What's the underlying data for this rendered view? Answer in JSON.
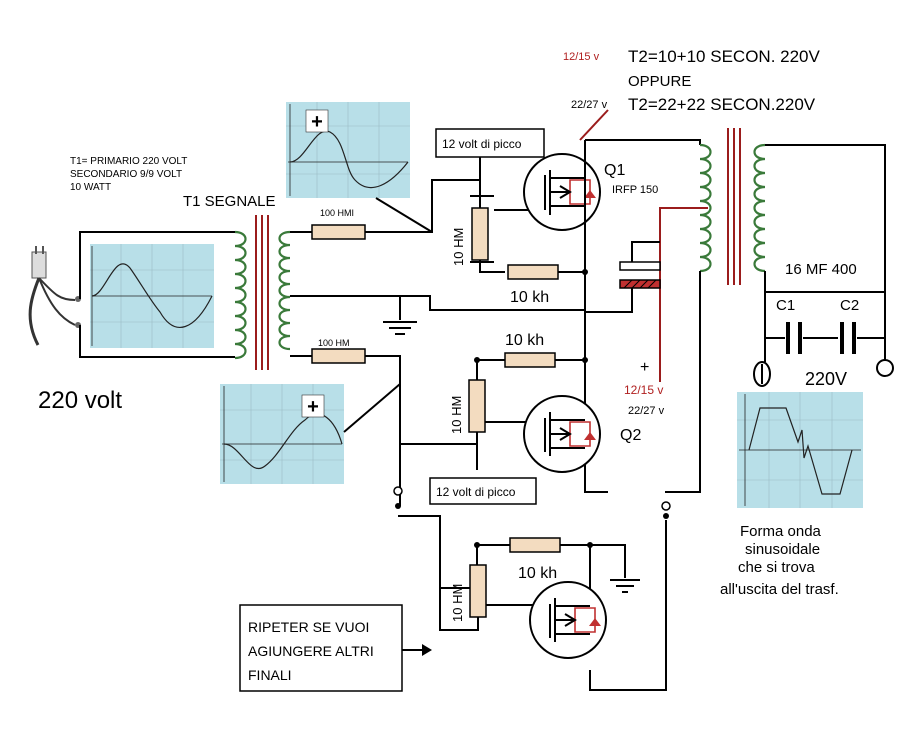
{
  "transformer_spec": {
    "line1": "T1= PRIMARIO 220 VOLT",
    "line2": "SECONDARIO 9/9 VOLT",
    "line3": "10 WATT"
  },
  "t1_label": "T1 SEGNALE",
  "mains_label": "220 volt",
  "t2_spec": {
    "v1": "12/15 v",
    "line1": "T2=10+10 SECON. 220V",
    "oppure": "OPPURE",
    "v2": "22/27 v",
    "line2": "T2=22+22 SECON.220V"
  },
  "boxes": {
    "peak_top": "12 volt di picco",
    "peak_bottom": "12 volt di picco",
    "repeater_1": "RIPETER SE VUOI",
    "repeater_2": "AGIUNGERE ALTRI",
    "repeater_3": "FINALI"
  },
  "resistors": {
    "r_gate_top": "100 HMI",
    "r_gate_bot": "100 HM",
    "r_10hm_1": "10 HM",
    "r_10hm_2": "10 HM",
    "r_10hm_3": "10 HM",
    "r_10kh_1": "10 kh",
    "r_10kh_2": "10 kh",
    "r_10kh_3": "10 kh"
  },
  "transistors": {
    "q1": "Q1",
    "q1_type": "IRFP 150",
    "q2": "Q2"
  },
  "capacitor": {
    "plus": "+",
    "v1": "12/15 v",
    "v2": "22/27 v"
  },
  "output": {
    "cap_value": "16 MF 400",
    "c1": "C1",
    "c2": "C2",
    "voltage": "220V",
    "caption_1": "Forma onda",
    "caption_2": "sinusoidale",
    "caption_3": "che  si trova",
    "caption_4": "all'uscita del trasf."
  },
  "scopes": {
    "plus_top": "+",
    "plus_bottom": "+"
  }
}
